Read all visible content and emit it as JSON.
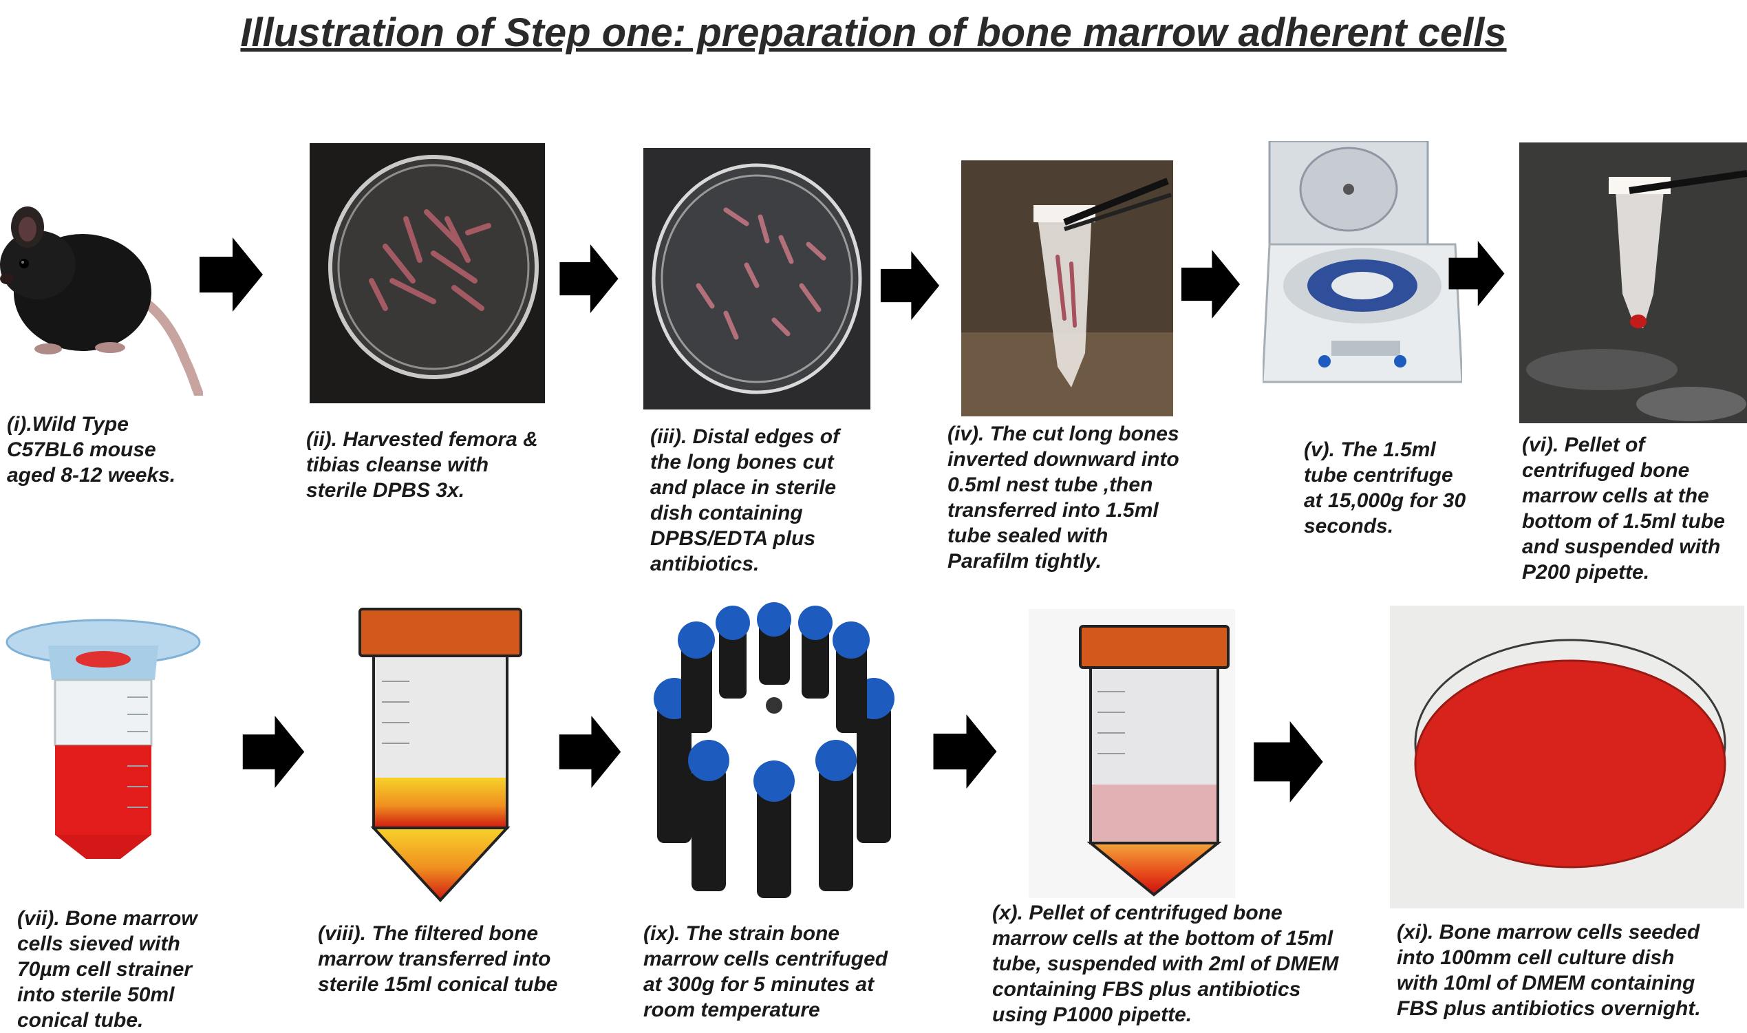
{
  "title": "Illustration of Step one: preparation of bone marrow adherent cells",
  "steps": [
    {
      "lines": [
        "(i).Wild Type",
        "C57BL6 mouse",
        "aged 8-12 weeks."
      ]
    },
    {
      "lines": [
        "(ii). Harvested femora &",
        "tibias cleanse with",
        "sterile  DPBS 3x."
      ]
    },
    {
      "lines": [
        "(iii).  Distal edges of",
        "the long bones cut",
        "and place in  sterile",
        "dish containing",
        "DPBS/EDTA plus",
        "antibiotics."
      ]
    },
    {
      "lines": [
        "(iv). The cut long bones",
        "inverted downward  into",
        "0.5ml nest tube ,then",
        "transferred  into 1.5ml",
        "tube  sealed  with",
        "Parafilm tightly."
      ]
    },
    {
      "lines": [
        "(v). The 1.5ml",
        "tube  centrifuge",
        "at 15,000g for 30",
        "seconds."
      ]
    },
    {
      "lines": [
        "(vi). Pellet of",
        "centrifuged bone",
        "marrow cells at the",
        "bottom of 1.5ml tube",
        "and suspended with",
        "P200 pipette."
      ]
    },
    {
      "lines": [
        "(vii). Bone marrow",
        "cells sieved with",
        "70µm cell strainer",
        "into sterile 50ml",
        "conical tube."
      ]
    },
    {
      "lines": [
        "(viii).  The filtered bone",
        "marrow transferred into",
        "sterile 15ml conical tube"
      ]
    },
    {
      "lines": [
        " (ix). The strain bone",
        "marrow cells centrifuged",
        "at 300g  for 5 minutes  at",
        "room temperature"
      ]
    },
    {
      "lines": [
        "(x).  Pellet of  centrifuged bone",
        "marrow cells at the bottom of 15ml",
        "tube, suspended with 2ml of DMEM",
        "containing FBS plus antibiotics",
        "using P1000 pipette."
      ]
    },
    {
      "lines": [
        "(xi). Bone marrow cells seeded",
        "into 100mm cell culture dish",
        "with 10ml of DMEM  containing",
        "FBS plus antibiotics overnight."
      ]
    }
  ],
  "colors": {
    "arrow": "#000000",
    "cap_orange": "#c8531a",
    "blood_red": "#e21b1b",
    "tube_blue": "#1e5bbf",
    "title": "#2a2a2a"
  }
}
